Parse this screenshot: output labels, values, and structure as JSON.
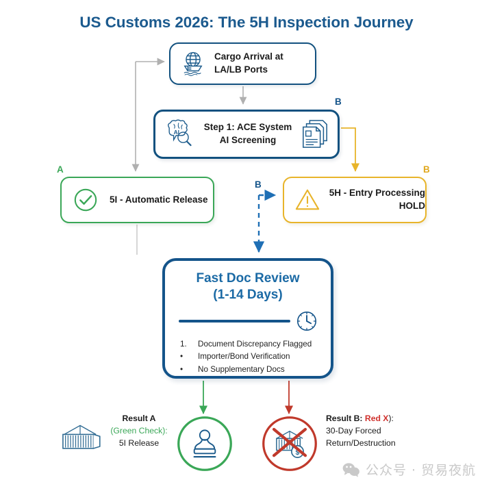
{
  "page": {
    "title": "US Customs 2026: The 5H Inspection Journey"
  },
  "colors": {
    "navy": "#12517f",
    "title_blue": "#1b5a8e",
    "heading_blue": "#1b6aa5",
    "green": "#3aa757",
    "yellow": "#e8b42a",
    "red": "#d0312d",
    "gray_connector": "#b0b0b0"
  },
  "nodes": {
    "cargo": {
      "label": "Cargo Arrival at\nLA/LB Ports",
      "line1": "Cargo Arrival at",
      "line2": "LA/LB Ports",
      "icon": "globe-ship-icon"
    },
    "ace": {
      "line1": "Step 1: ACE System",
      "line2": "AI Screening",
      "icon_left": "ai-brain-search-icon",
      "icon_right": "documents-icon"
    },
    "release": {
      "label": "5I - Automatic Release",
      "icon": "check-circle-icon",
      "route_letter": "A"
    },
    "hold": {
      "line1": "5H - Entry Processing",
      "line2": "HOLD",
      "icon": "warning-triangle-icon",
      "route_letter": "B"
    },
    "review": {
      "title_line1": "Fast Doc Review",
      "title_line2": "(1-14 Days)",
      "icon": "clock-icon",
      "items": [
        {
          "marker": "1.",
          "text": "Document Discrepancy Flagged"
        },
        {
          "marker": "•",
          "text": "Importer/Bond Verification"
        },
        {
          "marker": "•",
          "text": "No Supplementary Docs"
        }
      ]
    }
  },
  "route_labels": {
    "a_left": "A",
    "b_top": "B",
    "b_right": "B",
    "b_mid": "B"
  },
  "results": {
    "a": {
      "heading": "Result A",
      "qualifier": "(Green Check):",
      "detail": "5I Release",
      "left_icon": "shipping-container-icon",
      "badge_icon": "rubber-stamp-icon"
    },
    "b": {
      "heading": "Result B:",
      "qualifier": "Red X",
      "qualifier_suffix": "):",
      "detail_line1": "30-Day Forced",
      "detail_line2": "Return/Destruction",
      "badge_icon": "crossed-container-money-icon"
    }
  },
  "watermark": {
    "icon": "wechat-icon",
    "text": "公众号 · 贸易夜航"
  }
}
